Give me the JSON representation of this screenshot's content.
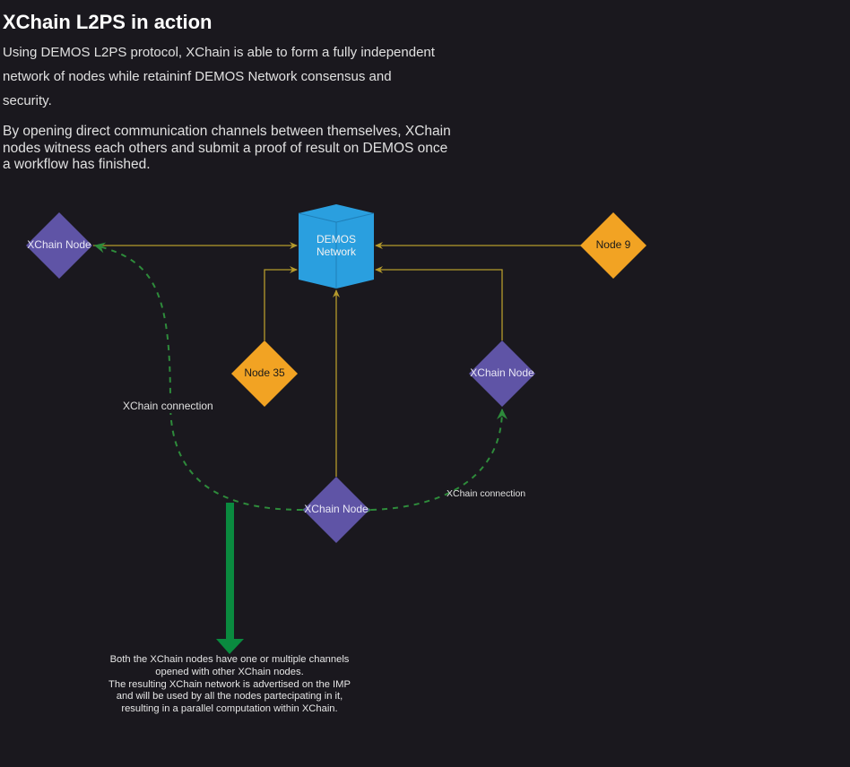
{
  "header": {
    "title": "XChain L2PS in action",
    "intro_lines": [
      "Using DEMOS L2PS protocol, XChain is able to form a fully independent",
      "network of nodes while retaininf DEMOS Network consensus and",
      "security."
    ],
    "paragraph_lines": [
      "By opening direct communication channels between themselves, XChain",
      "nodes witness each others and submit a proof of result on DEMOS once",
      "a  workflow has finished."
    ]
  },
  "colors": {
    "background": "#1a181e",
    "xchain_node": "#5f54a6",
    "external_node": "#f2a323",
    "demos_network": "#2a9fdf",
    "demos_network_edge": "#1f7fb8",
    "validation_line": "#b59a2c",
    "xchain_connection": "#2e8b3b",
    "result_arrow": "#0a8a3f"
  },
  "diagram": {
    "demos_network": {
      "line1": "DEMOS",
      "line2": "Network"
    },
    "nodes": {
      "xchain_left": "XChain Node",
      "xchain_right": "XChain Node",
      "xchain_bottom": "XChain Node",
      "node_9": "Node 9",
      "node_35": "Node 35"
    },
    "edge_labels": {
      "left_connection": "XChain connection",
      "right_connection": "XChain connection"
    }
  },
  "footnote": {
    "lines": [
      "Both the XChain nodes have one or multiple channels",
      "opened with other XChain nodes.",
      "The resulting XChain network is advertised on the IMP",
      "and will be used by all the nodes partecipating in it,",
      "resulting in a parallel computation within XChain."
    ]
  }
}
